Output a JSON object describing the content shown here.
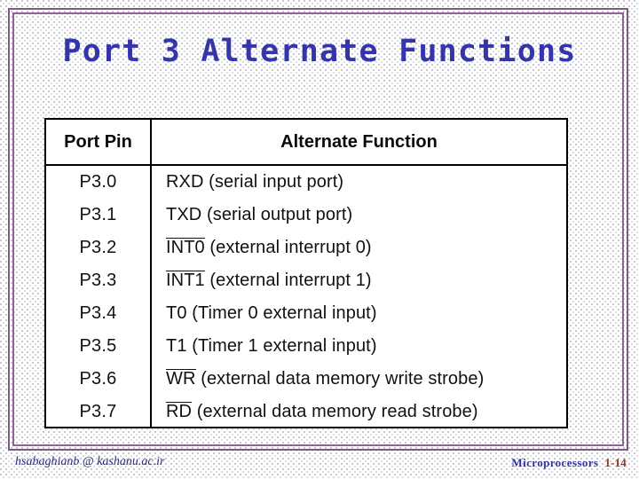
{
  "slide": {
    "title": "Port 3 Alternate Functions",
    "title_color": "#3535ab",
    "frame_color": "#7d5a82",
    "background_color": "#ffffff"
  },
  "table": {
    "headers": {
      "pin": "Port Pin",
      "function": "Alternate Function"
    },
    "rows": [
      {
        "pin": "P3.0",
        "fn_overline": "",
        "fn_text": "RXD (serial input port)"
      },
      {
        "pin": "P3.1",
        "fn_overline": "",
        "fn_text": "TXD (serial output port)"
      },
      {
        "pin": "P3.2",
        "fn_overline": "INT0",
        "fn_text": " (external interrupt 0)"
      },
      {
        "pin": "P3.3",
        "fn_overline": "INT1",
        "fn_text": " (external interrupt 1)"
      },
      {
        "pin": "P3.4",
        "fn_overline": "",
        "fn_text": "T0 (Timer 0 external input)"
      },
      {
        "pin": "P3.5",
        "fn_overline": "",
        "fn_text": "T1 (Timer 1 external input)"
      },
      {
        "pin": "P3.6",
        "fn_overline": "WR",
        "fn_text": " (external data memory write strobe)"
      },
      {
        "pin": "P3.7",
        "fn_overline": "RD",
        "fn_text": " (external data memory read strobe)"
      }
    ]
  },
  "footer": {
    "email": "hsabaghianb @ kashanu.ac.ir",
    "course": "Microprocessors",
    "page": "1-14",
    "course_color": "#3333a6",
    "page_color": "#94321b"
  }
}
